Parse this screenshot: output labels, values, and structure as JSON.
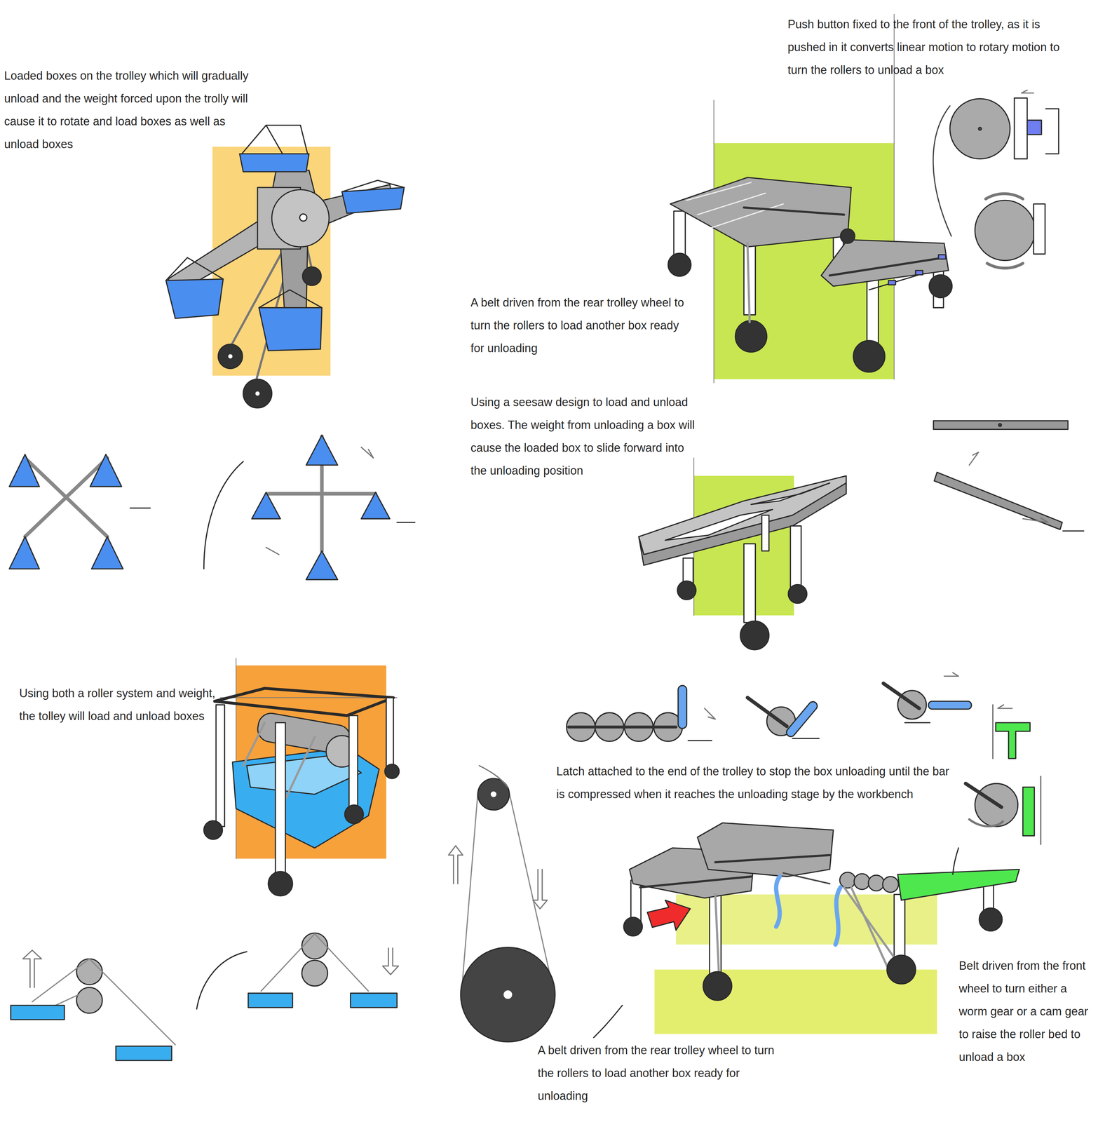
{
  "diagram": {
    "labels": [
      "Loaded boxes on the trolley which will gradually unload and the weight forced upon the trolly will cause it to rotate and load boxes as well as unload boxes",
      "Push button fixed to the front of the trolley, as it is pushed in it converts linear motion to rotary motion to turn the rollers to unload a box",
      "A belt driven from the rear trolley wheel to turn the rollers to load another box ready for unloading",
      "Using a seesaw design to load and unload boxes. The weight from unloading a box will cause the loaded box to slide forward into the unloading position",
      "Using both a roller system and weight, the tolley will load and unload boxes",
      "Latch attached to the end of the trolley to stop the box unloading until the bar is compressed when it reaches the unloading stage by the workbench",
      "Belt driven from the front wheel to turn either a worm gear or a cam gear to raise the roller bed to unload a box",
      "A belt driven from the rear trolley wheel to turn the rollers to load another box ready for unloading"
    ]
  }
}
